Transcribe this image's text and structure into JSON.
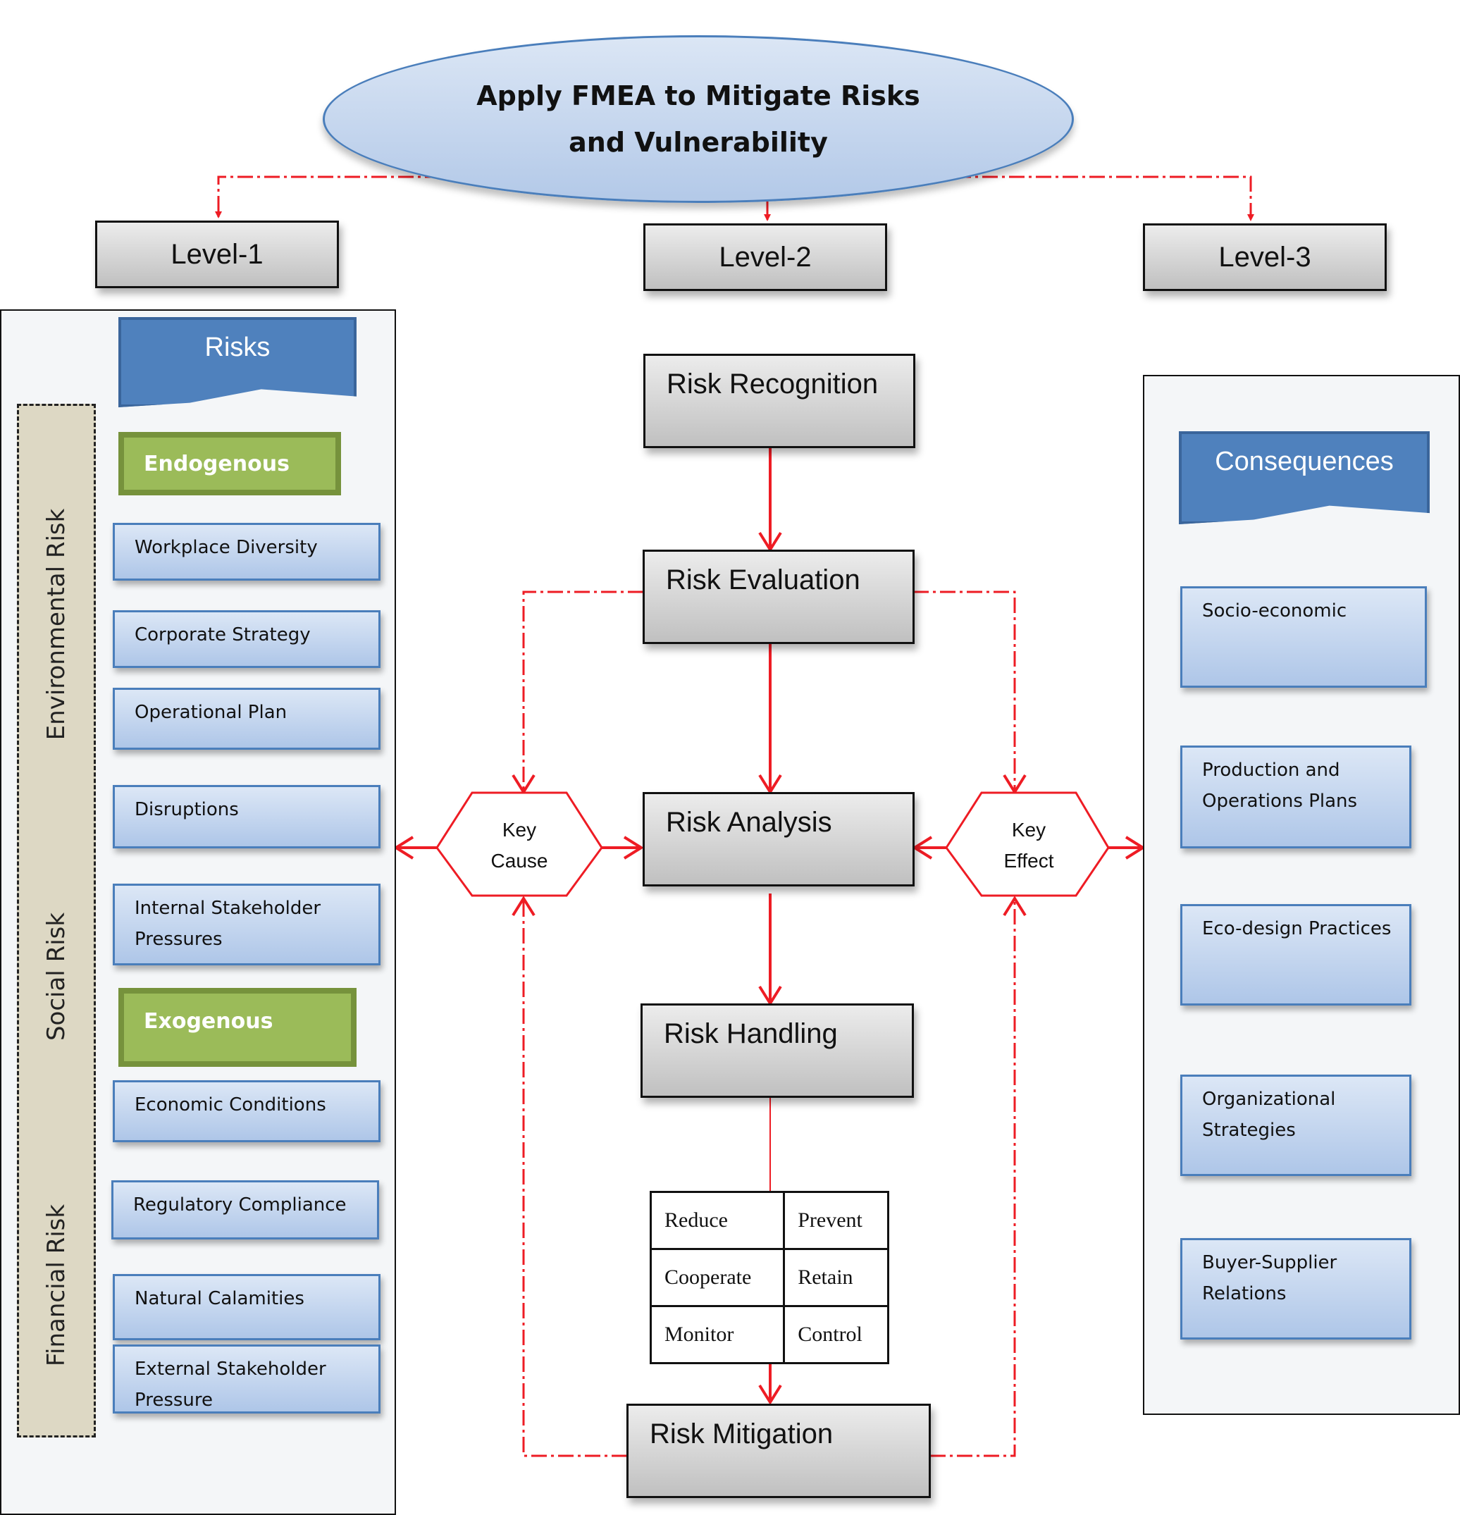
{
  "title": "Apply FMEA to Mitigate Risks and Vulnerability",
  "levels": [
    "Level-1",
    "Level-2",
    "Level-3"
  ],
  "level1": {
    "banner": "Risks",
    "side_labels": [
      "Environmental Risk",
      "Social Risk",
      "Financial Risk"
    ],
    "endogenous": {
      "label": "Endogenous",
      "items": [
        "Workplace Diversity",
        "Corporate Strategy",
        "Operational Plan",
        "Disruptions",
        "Internal Stakeholder Pressures"
      ]
    },
    "exogenous": {
      "label": "Exogenous",
      "items": [
        "Economic Conditions",
        "Regulatory Compliance",
        "Natural Calamities",
        "External Stakeholder Pressure"
      ]
    }
  },
  "level2": {
    "steps": [
      "Risk Recognition",
      "Risk Evaluation",
      "Risk Analysis",
      "Risk Handling",
      "Risk Mitigation"
    ],
    "key_cause": [
      "Key",
      "Cause"
    ],
    "key_effect": [
      "Key",
      "Effect"
    ],
    "handling_options": [
      [
        "Reduce",
        "Prevent"
      ],
      [
        "Cooperate",
        "Retain"
      ],
      [
        "Monitor",
        "Control"
      ]
    ]
  },
  "level3": {
    "banner": "Consequences",
    "items": [
      "Socio-economic",
      "Production and Operations Plans",
      "Eco-design Practices",
      "Organizational Strategies",
      "Buyer-Supplier Relations"
    ]
  },
  "colors": {
    "arrow": "#ee1c24",
    "banner": "#4f81bd",
    "green": "#9bbb59",
    "box_blue": "#b8cce4"
  }
}
